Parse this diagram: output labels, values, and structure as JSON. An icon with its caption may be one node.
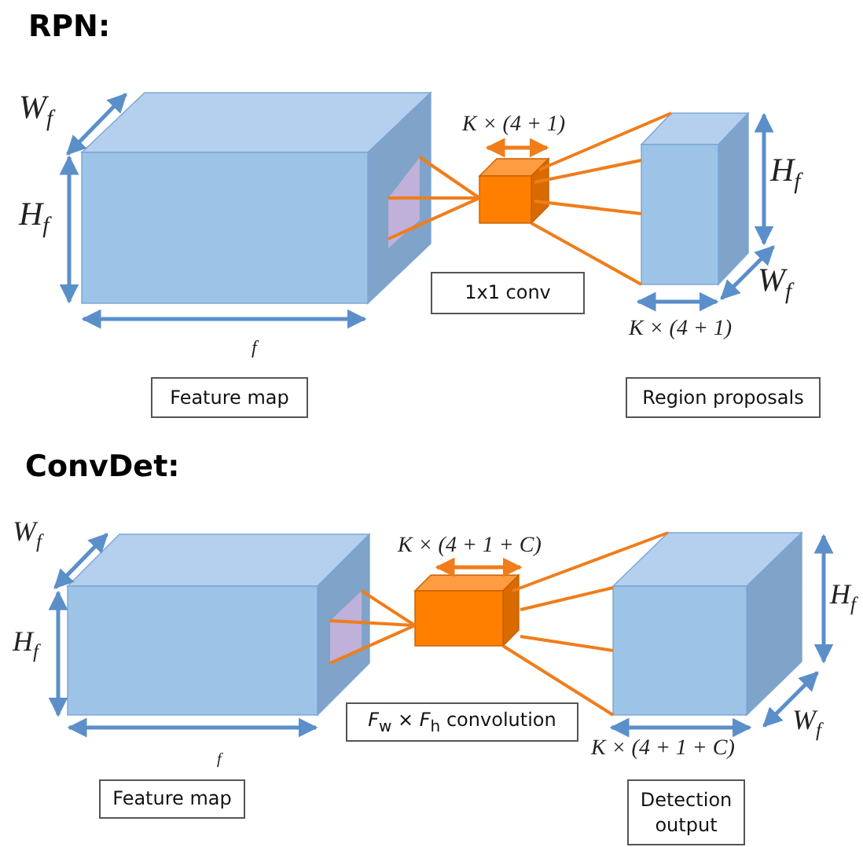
{
  "diagram": {
    "nodes": [
      {
        "text": [
          "1x1 conv"
        ]
      },
      {
        "text": [
          "Feature map"
        ]
      },
      {
        "text": [
          "Region proposals"
        ]
      },
      {
        "text": [
          "*F*$_{w}$ × *F*$_{h}$ convolution"
        ]
      },
      {
        "text": [
          "Feature map"
        ]
      },
      {
        "text": [
          "Detection output"
        ]
      }
    ],
    "labels": [
      "RPN:",
      "W$_{f}$",
      "*K* × (4 + 1)",
      "H$_{f}$",
      "H$_{f}$",
      "W$_{f}$",
      "*K* × (4 + 1)",
      "f",
      "ConvDet:",
      "W$_{f}$",
      "*K* × (4 + 1 + *C*)",
      "H$_{f}$",
      "H$_{f}$",
      "W$_{f}$",
      "*K* × (4 + 1 + *C*)",
      "f"
    ]
  }
}
